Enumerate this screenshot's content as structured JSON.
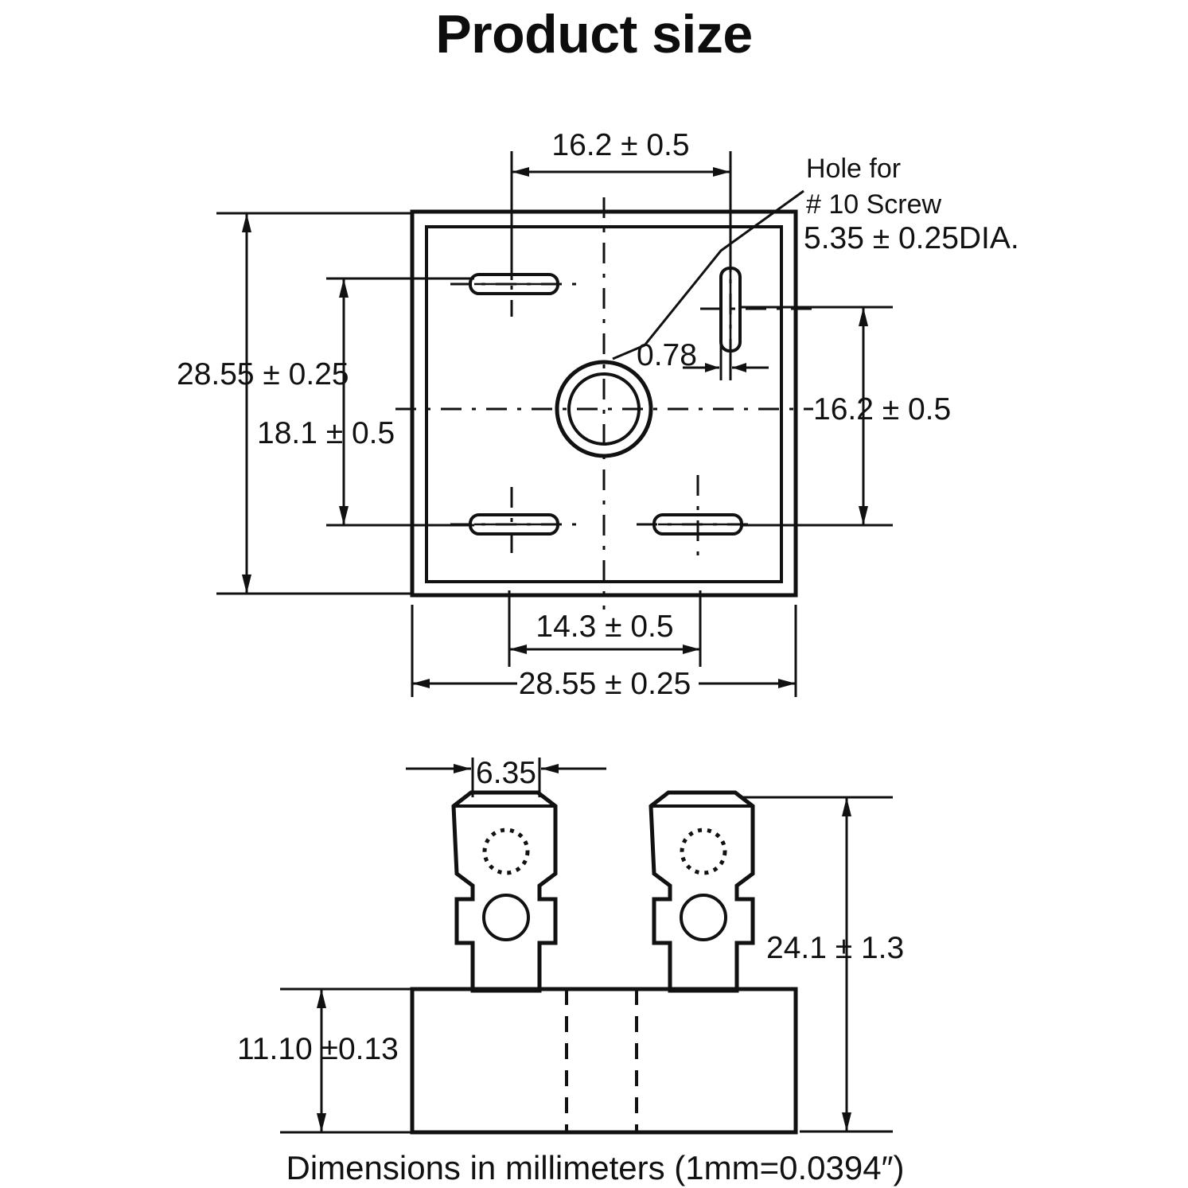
{
  "title": "Product size",
  "caption": "Dimensions in millimeters (1mm=0.0394″)",
  "top_view": {
    "name": "top-view",
    "dimensions": {
      "top_width": "16.2  ±  0.5",
      "left_outer_height": "28.55 ± 0.25",
      "left_inner_height": "18.1  ±  0.5",
      "right_height": "16.2  ±  0.5",
      "bottom_inner_width": "14.3  ±  0.5",
      "bottom_outer_width": "28.55 ± 0.25",
      "tab_width": "0.78"
    },
    "note": {
      "line1": "Hole for",
      "line2": "# 10 Screw",
      "line3": "5.35 ± 0.25DIA."
    }
  },
  "side_view": {
    "name": "side-view",
    "dimensions": {
      "terminal_width": "6.35",
      "total_height": "24.1  ±  1.3",
      "body_height": "11.10 ±0.13"
    }
  },
  "colors": {
    "line": "#111111",
    "text": "#111111",
    "background": "#ffffff"
  }
}
